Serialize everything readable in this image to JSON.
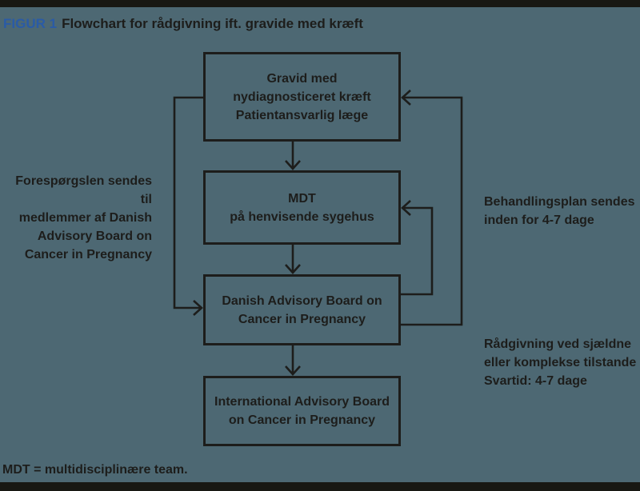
{
  "colors": {
    "background": "#4d6873",
    "ink": "#1d1d1b",
    "accent_blue": "#2a5ba6",
    "frame_bar": "#181813"
  },
  "header": {
    "figure_label": "FIGUR 1",
    "title": "Flowchart for rådgivning ift. gravide med kræft"
  },
  "flowchart": {
    "nodes": [
      {
        "id": "patient-box",
        "lines": [
          "Gravid med",
          "nydiagnosticeret kræft",
          "Patientansvarlig læge"
        ]
      },
      {
        "id": "mdt-box",
        "lines": [
          "MDT",
          "på henvisende sygehus"
        ]
      },
      {
        "id": "danish-board-box",
        "lines": [
          "Danish Advisory Board on",
          "Cancer in Pregnancy"
        ]
      },
      {
        "id": "international-board-box",
        "lines": [
          "International Advisory Board",
          "on Cancer in Pregnancy"
        ]
      }
    ],
    "edges": [
      {
        "from": "patient-box",
        "to": "mdt-box",
        "type": "arrow-down"
      },
      {
        "from": "mdt-box",
        "to": "danish-board-box",
        "type": "arrow-down"
      },
      {
        "from": "danish-board-box",
        "to": "international-board-box",
        "type": "arrow-down"
      },
      {
        "from": "patient-box",
        "to": "danish-board-box",
        "type": "left-feedback-loop"
      },
      {
        "from": "danish-board-box",
        "to": "mdt-box",
        "type": "right-inner-feedback-loop"
      },
      {
        "from": "danish-board-box",
        "to": "patient-box",
        "type": "right-outer-feedback-loop"
      }
    ],
    "annotations": {
      "left_note": [
        "Forespørgslen sendes til",
        "medlemmer af Danish",
        "Advisory Board on",
        "Cancer in Pregnancy"
      ],
      "right_note_top": [
        "Behandlingsplan sendes",
        "inden for 4-7 dage"
      ],
      "right_note_bottom": [
        "Rådgivning ved sjældne",
        "eller komplekse tilstande",
        "Svartid: 4-7 dage"
      ]
    },
    "footnote": "MDT = multidisciplinære team."
  }
}
